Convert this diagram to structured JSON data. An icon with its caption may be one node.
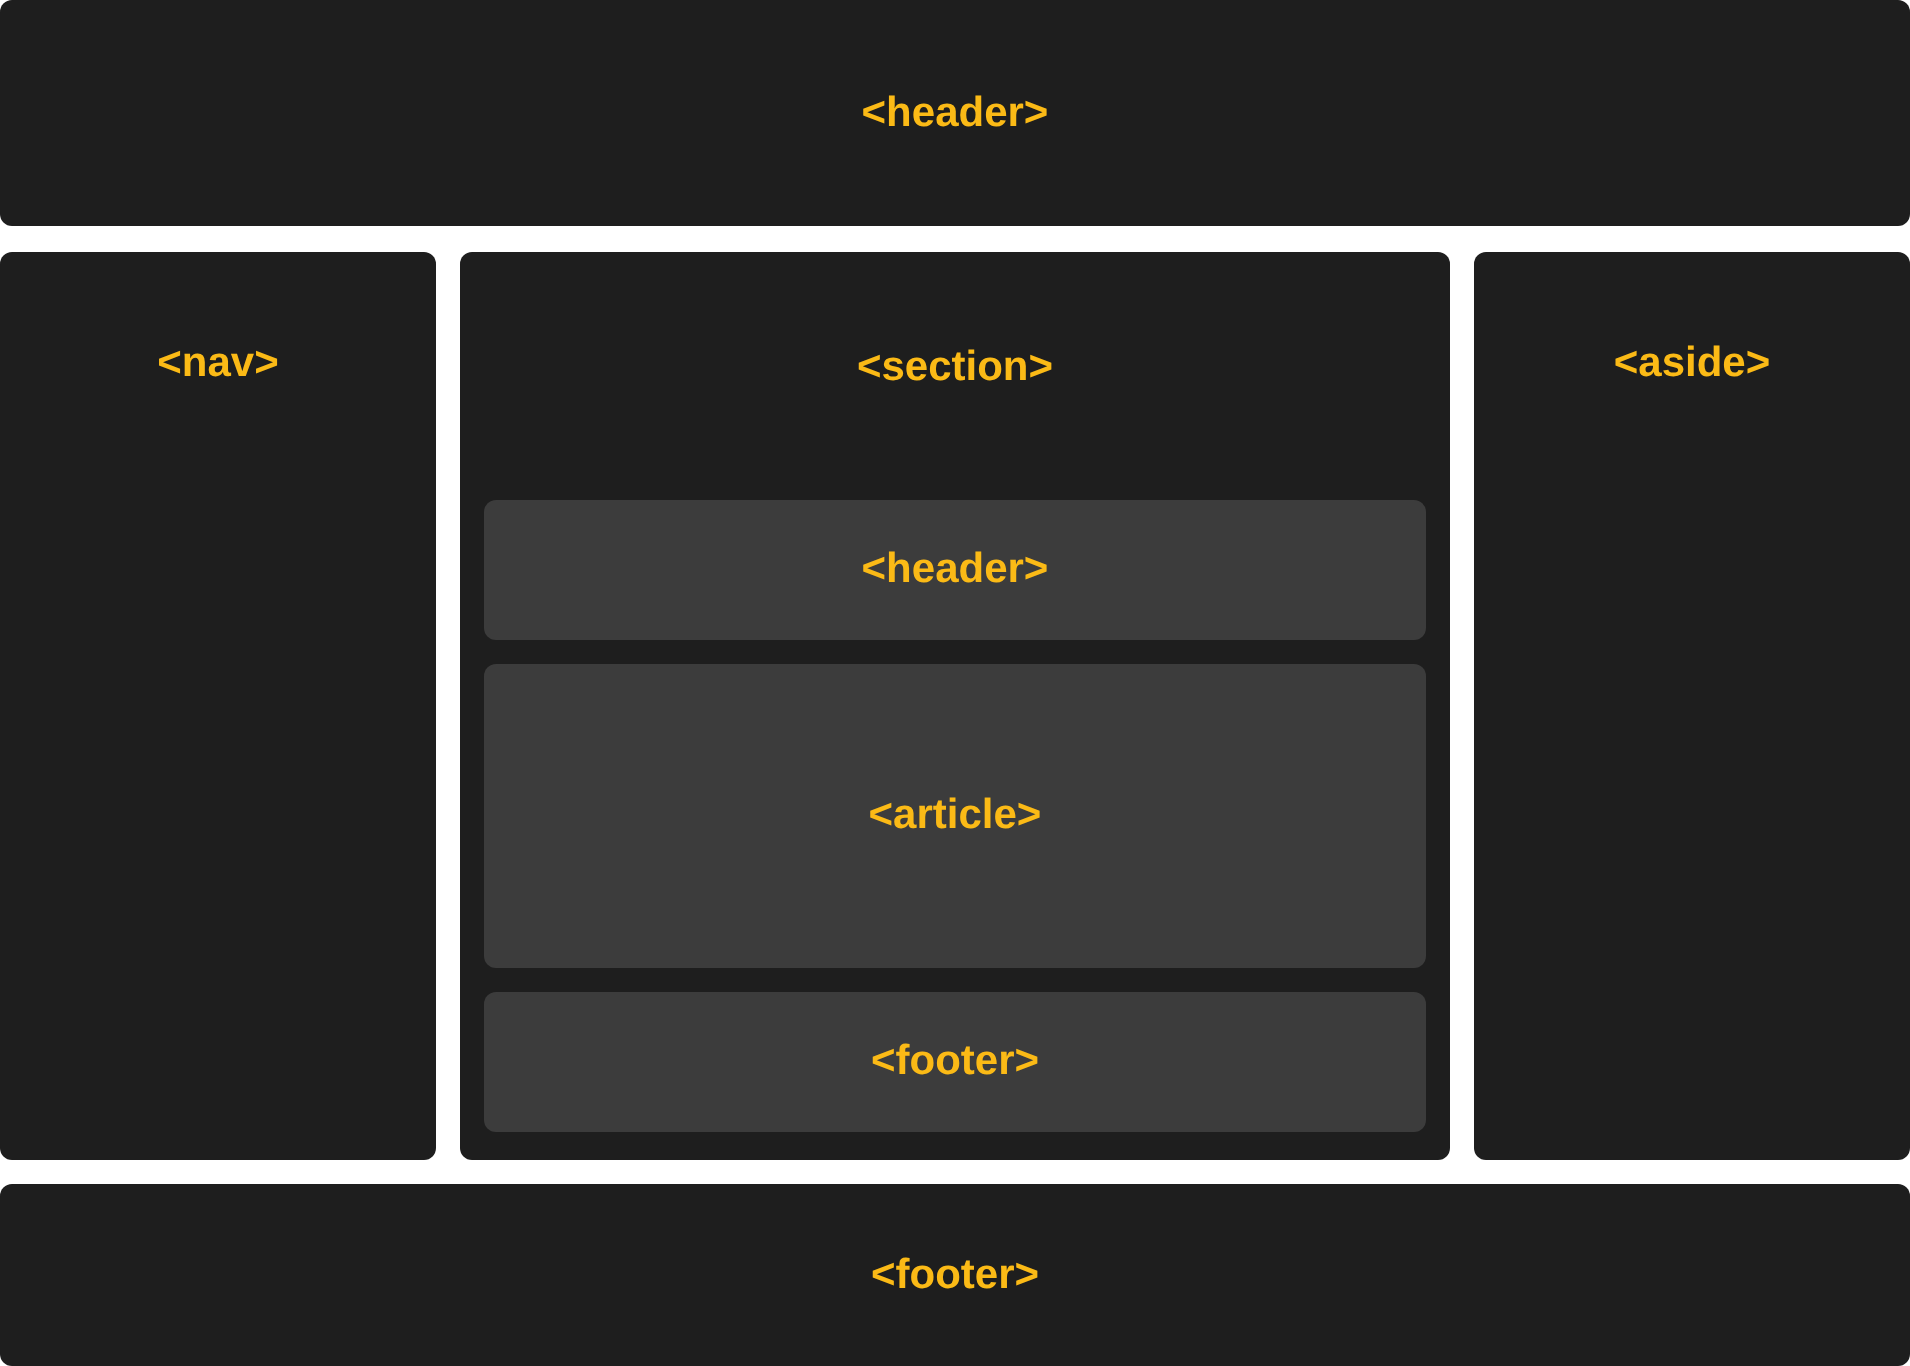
{
  "diagram": {
    "nodes": [
      {
        "text": [
          "<header>"
        ]
      },
      {
        "text": [
          "<nav>"
        ]
      },
      {
        "text": [
          "<section>"
        ]
      },
      {
        "text": [
          "<header>"
        ],
        "in": 2
      },
      {
        "text": [
          "<article>"
        ],
        "in": 2
      },
      {
        "text": [
          "<footer>"
        ],
        "in": 2
      },
      {
        "text": [
          "<aside>"
        ]
      },
      {
        "text": [
          "<footer>"
        ]
      }
    ]
  }
}
